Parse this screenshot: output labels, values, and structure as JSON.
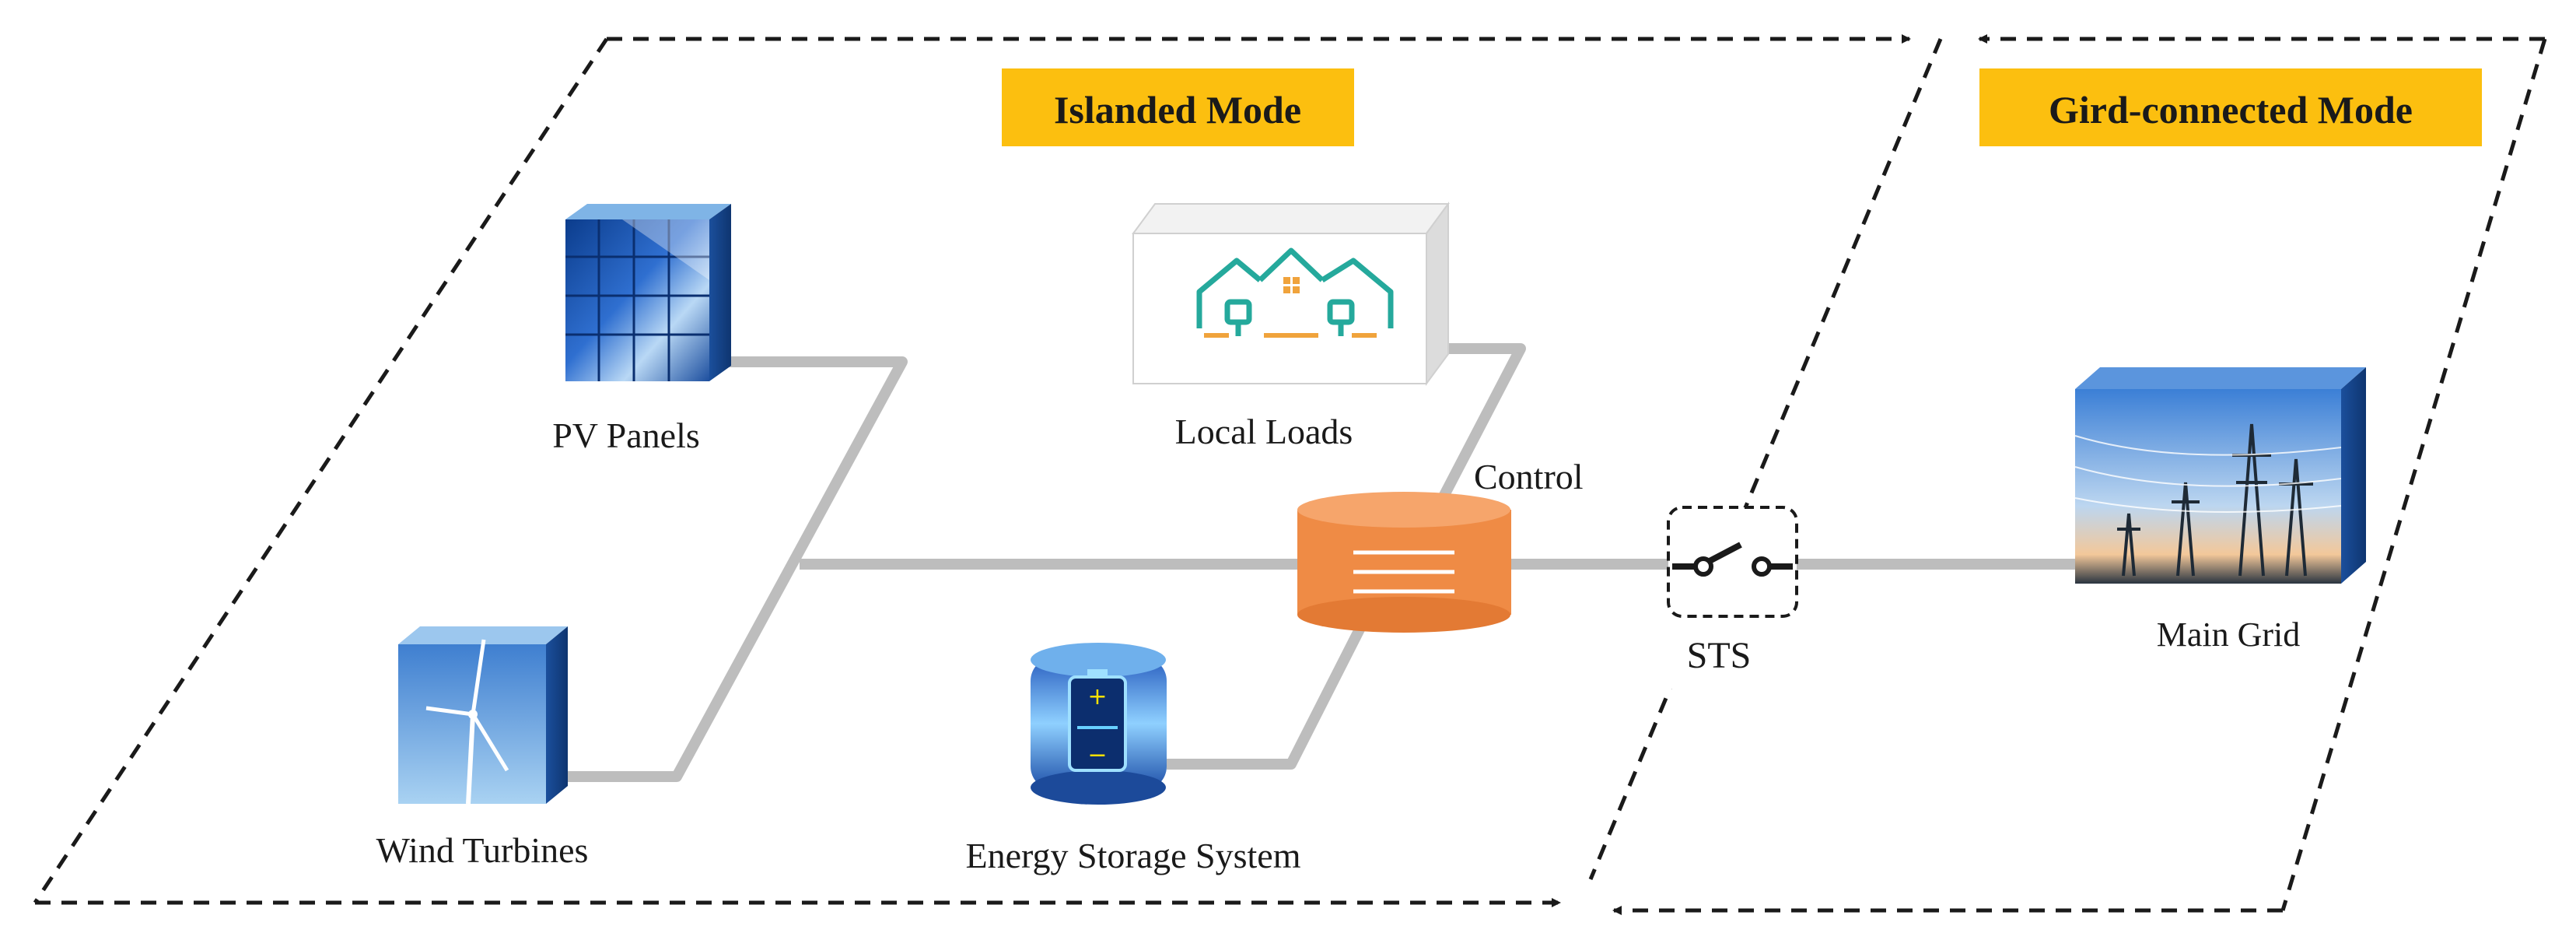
{
  "modes": {
    "islanded": "Islanded Mode",
    "grid_connected": "Gird-connected Mode"
  },
  "components": {
    "pv_panels": "PV Panels",
    "wind_turbines": "Wind Turbines",
    "local_loads": "Local Loads",
    "energy_storage": "Energy Storage System",
    "control": "Control",
    "sts": "STS",
    "main_grid": "Main Grid"
  },
  "colors": {
    "mode_label_bg": "#fcbf0f",
    "control_unit": "#ef8b45",
    "wire": "#bdbdbd",
    "loads_icon": "#25a99c",
    "loads_plug": "#f0a33c"
  }
}
